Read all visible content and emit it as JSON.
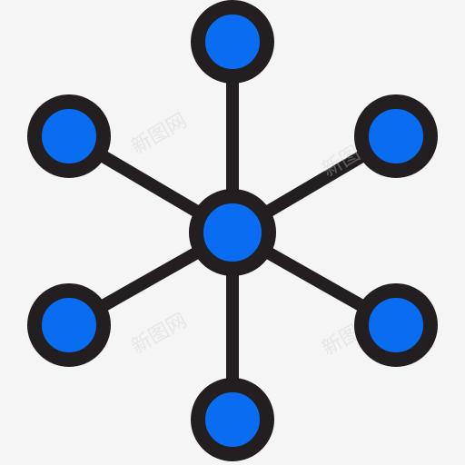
{
  "icon": {
    "name": "network-hub-icon",
    "background": "#f5f5f5",
    "stroke_color": "#231f20",
    "node_fill": "#0a6cf0",
    "node_count": 7,
    "center_node": "hub",
    "outer_nodes": [
      "top",
      "upper-right",
      "lower-right",
      "bottom",
      "lower-left",
      "upper-left"
    ]
  },
  "watermark": {
    "text": "新图网"
  }
}
